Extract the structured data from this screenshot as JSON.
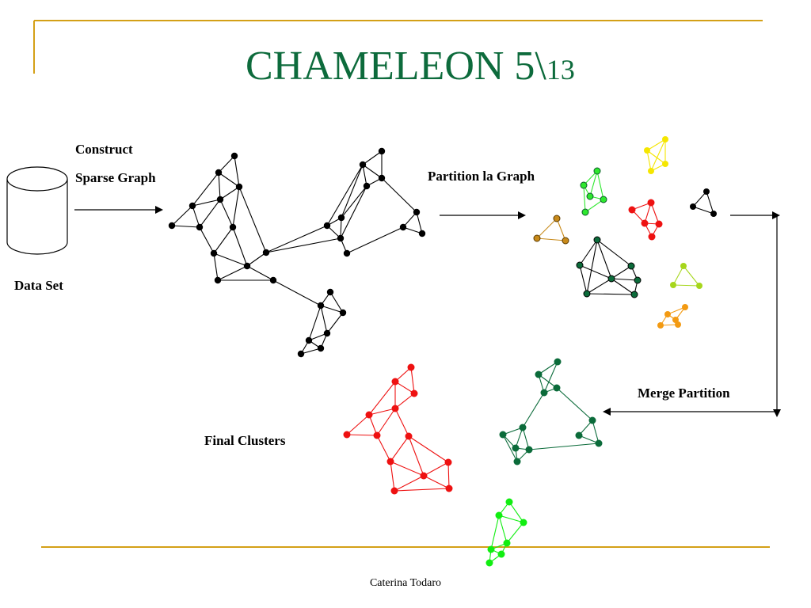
{
  "slide": {
    "title_main": "CHAMELEON 5\\",
    "title_sub": "13",
    "footer": "Caterina Todaro"
  },
  "labels": {
    "construct": "Construct",
    "sparse_graph": "Sparse Graph",
    "data_set": "Data Set",
    "partition": "Partition la Graph",
    "merge": "Merge Partition",
    "final": "Final Clusters"
  },
  "colors": {
    "accent_gold": "#d4a017",
    "title_green": "#0d6b3c",
    "yellow": "#f5e600",
    "bright_green": "#2ee82e",
    "red": "#ee1111",
    "orange_brown": "#c88a1a",
    "dark_green": "#0b6b3a",
    "yellow_green": "#a6d61c",
    "orange": "#f39a12",
    "lime": "#11ee11"
  },
  "icons": {
    "database": "database-cylinder-icon"
  }
}
